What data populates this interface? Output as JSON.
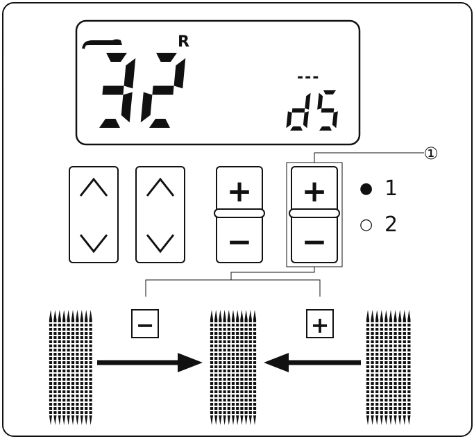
{
  "display": {
    "stitch_number": "32",
    "r_indicator": "R",
    "mode_code": "dS",
    "dash_indicator": "---"
  },
  "controls": {
    "minus_symbol": "−",
    "plus_symbol": "+",
    "callout_number": "①",
    "option_1": "1",
    "option_2": "2",
    "option_1_marker": "●",
    "option_2_marker": "○"
  },
  "icons": [
    "foot-icon",
    "up-arrow-icon",
    "down-arrow-icon",
    "plus-icon",
    "minus-icon",
    "arrow-right-icon",
    "arrow-left-icon"
  ]
}
